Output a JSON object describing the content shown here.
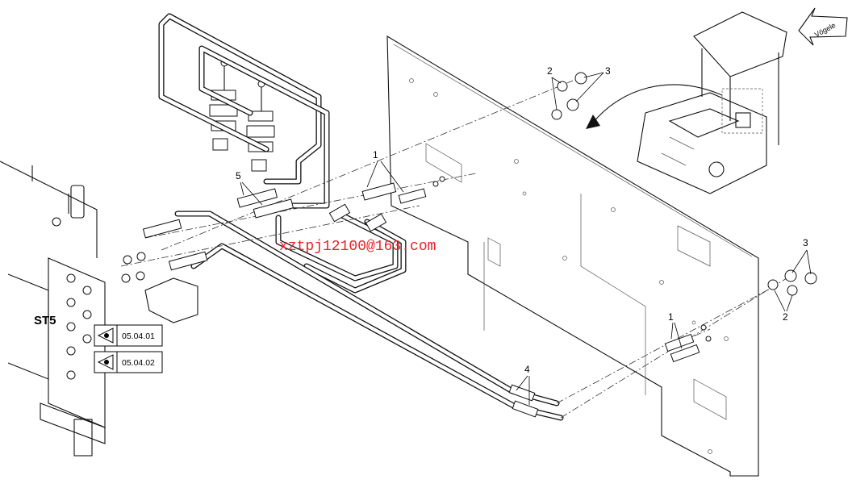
{
  "callouts": {
    "c1": "1",
    "c2": "2",
    "c3": "3",
    "c4": "4",
    "c5": "5"
  },
  "station_label": "ST5",
  "references": [
    {
      "code": "05.04.01"
    },
    {
      "code": "05.04.02"
    }
  ],
  "watermark": "xztpj12100@163.com",
  "brand": "Vögele",
  "colors": {
    "line": "#111111",
    "watermark": "#e8202a",
    "background": "#ffffff"
  },
  "icons": {
    "reference": "eye-view-icon",
    "arrow": "vogele-logo-arrow"
  }
}
